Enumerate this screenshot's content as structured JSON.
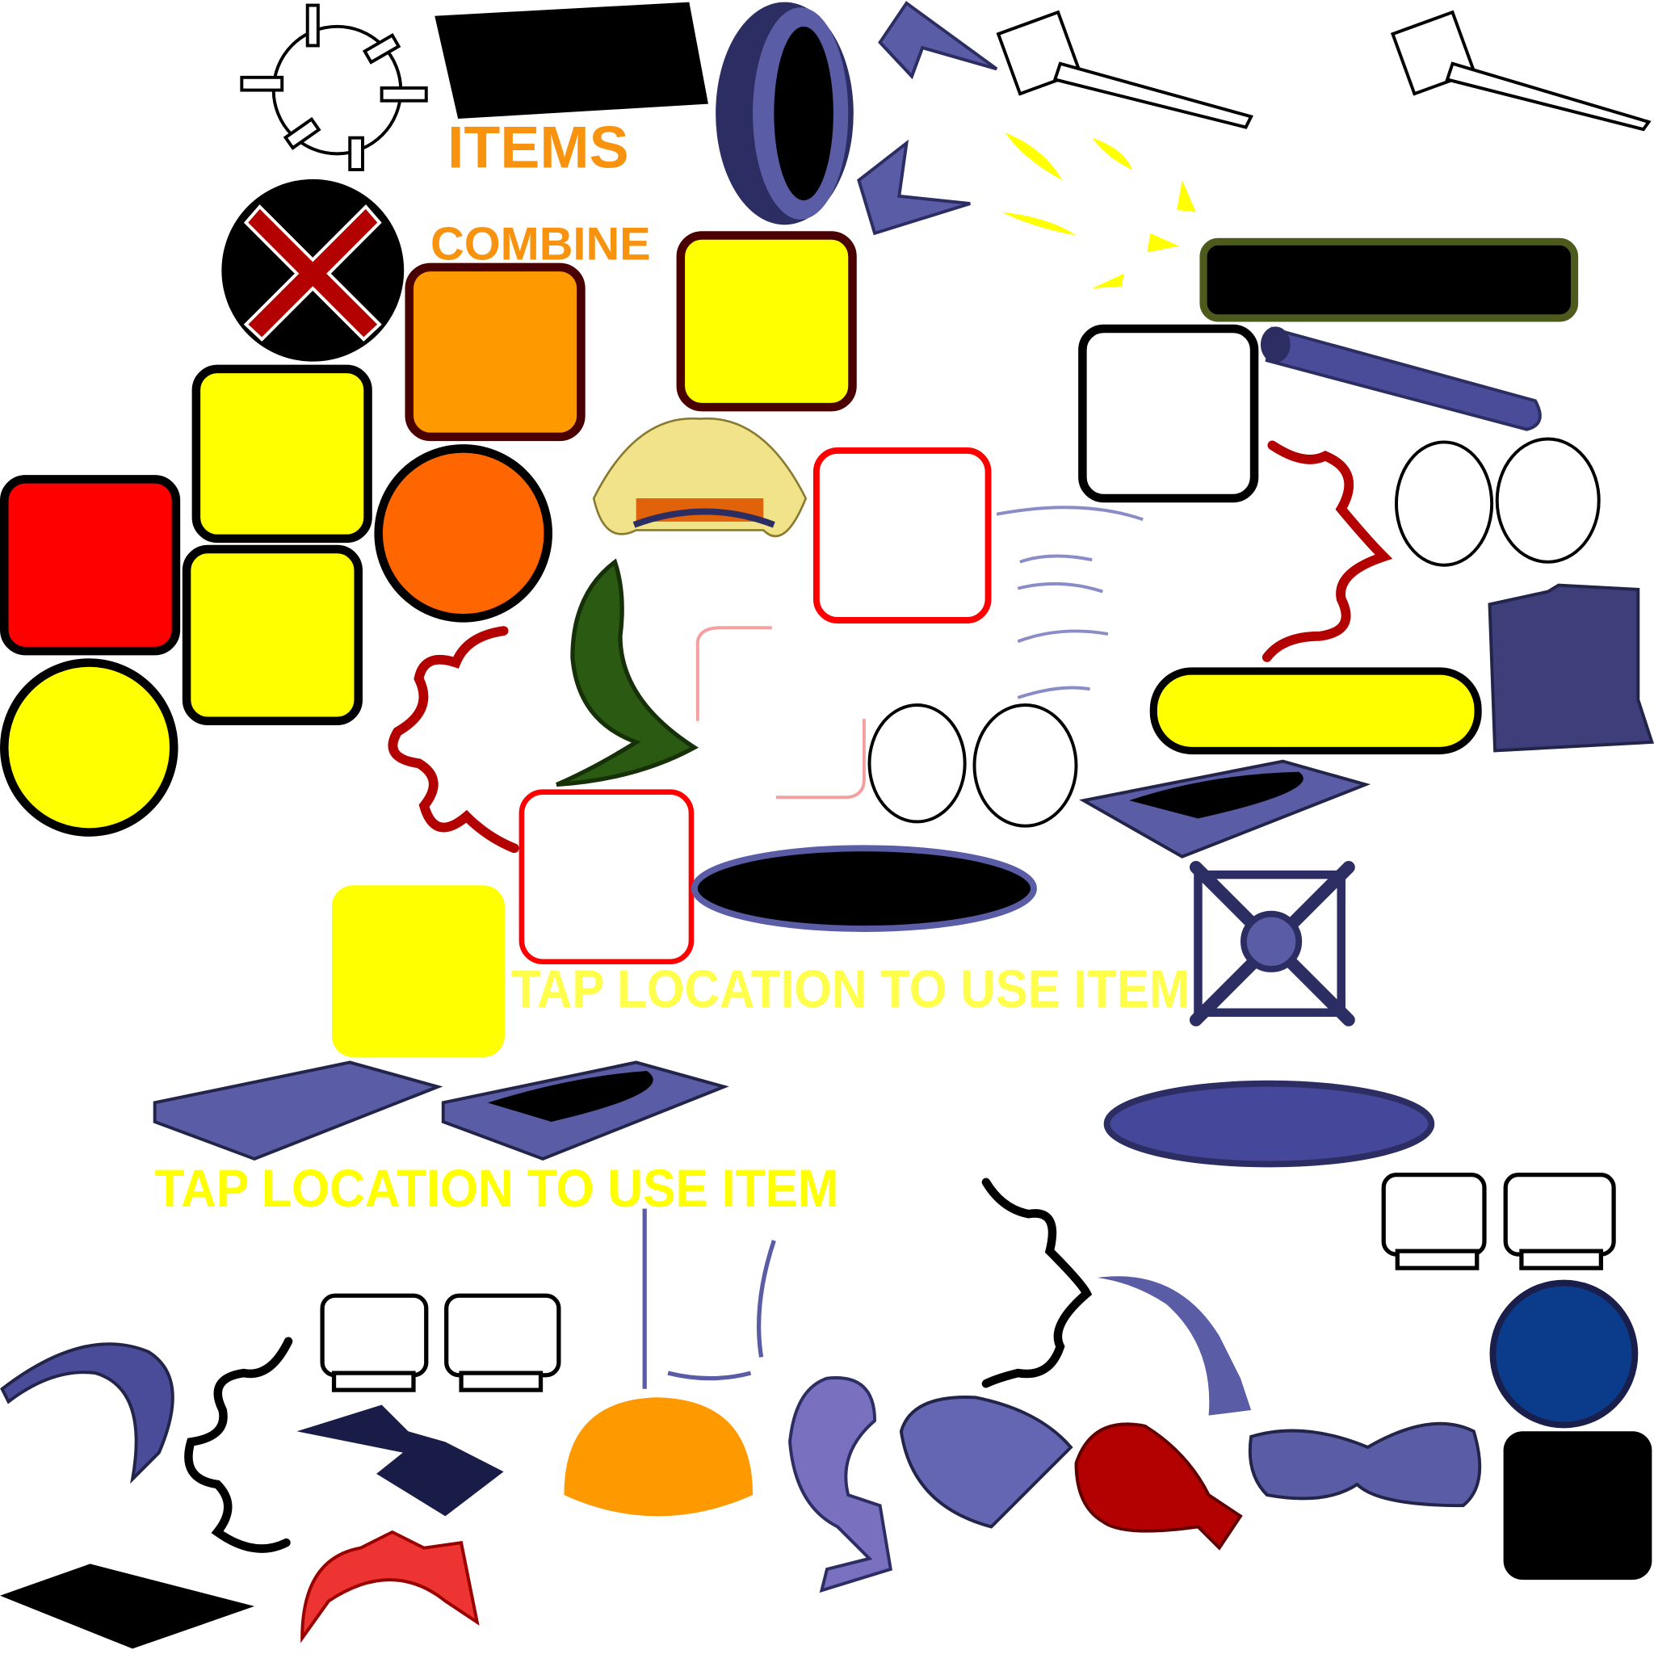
{
  "labels": {
    "items": "ITEMS",
    "combine": "COMBINE",
    "tap_hint_1": "TAP LOCATION TO USE ITEM",
    "tap_hint_2": "TAP LOCATION TO USE ITEM"
  },
  "colors": {
    "orange_text": "#f7930e",
    "yellow": "#ffff00",
    "red": "#ff0000",
    "orange": "#ff6600",
    "amber": "#ff9900",
    "navy": "#2c2e63",
    "purple_blue": "#5a5ca6",
    "dark_red": "#b30000",
    "green_dark": "#2b5a12",
    "blue_ball": "#0b3c8c"
  }
}
